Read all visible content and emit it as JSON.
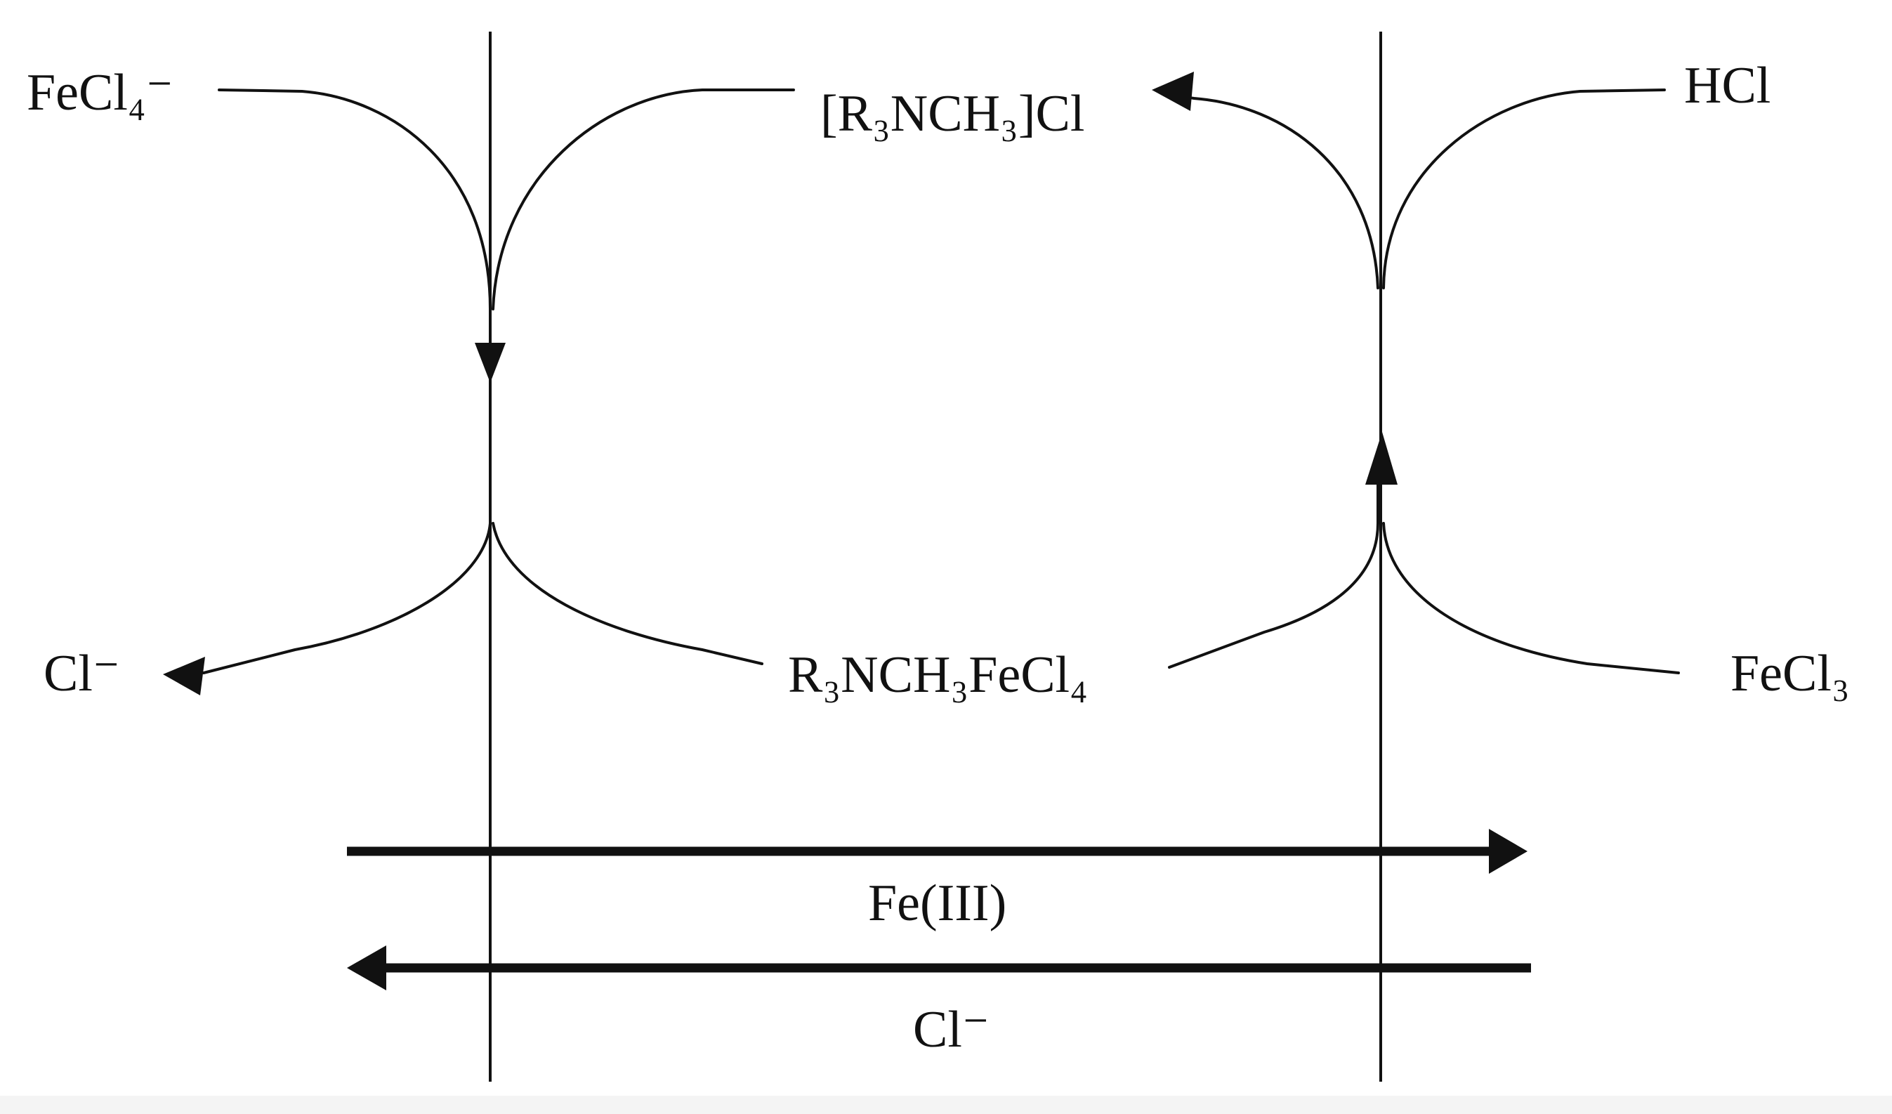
{
  "labels": {
    "fecl4_minus": "FeCl₄⁻",
    "ammonium_chloride": "[R₃NCH₃]Cl",
    "hcl": "HCl",
    "cl_minus_left": "Cl⁻",
    "ion_pair": "R₃NCH₃FeCl₄",
    "fecl3": "FeCl₃",
    "fe_iii": "Fe(III)",
    "cl_minus_bottom": "Cl⁻"
  },
  "colors": {
    "ink": "#111111",
    "background": "#ffffff",
    "footer_band": "#f4f4f4"
  }
}
